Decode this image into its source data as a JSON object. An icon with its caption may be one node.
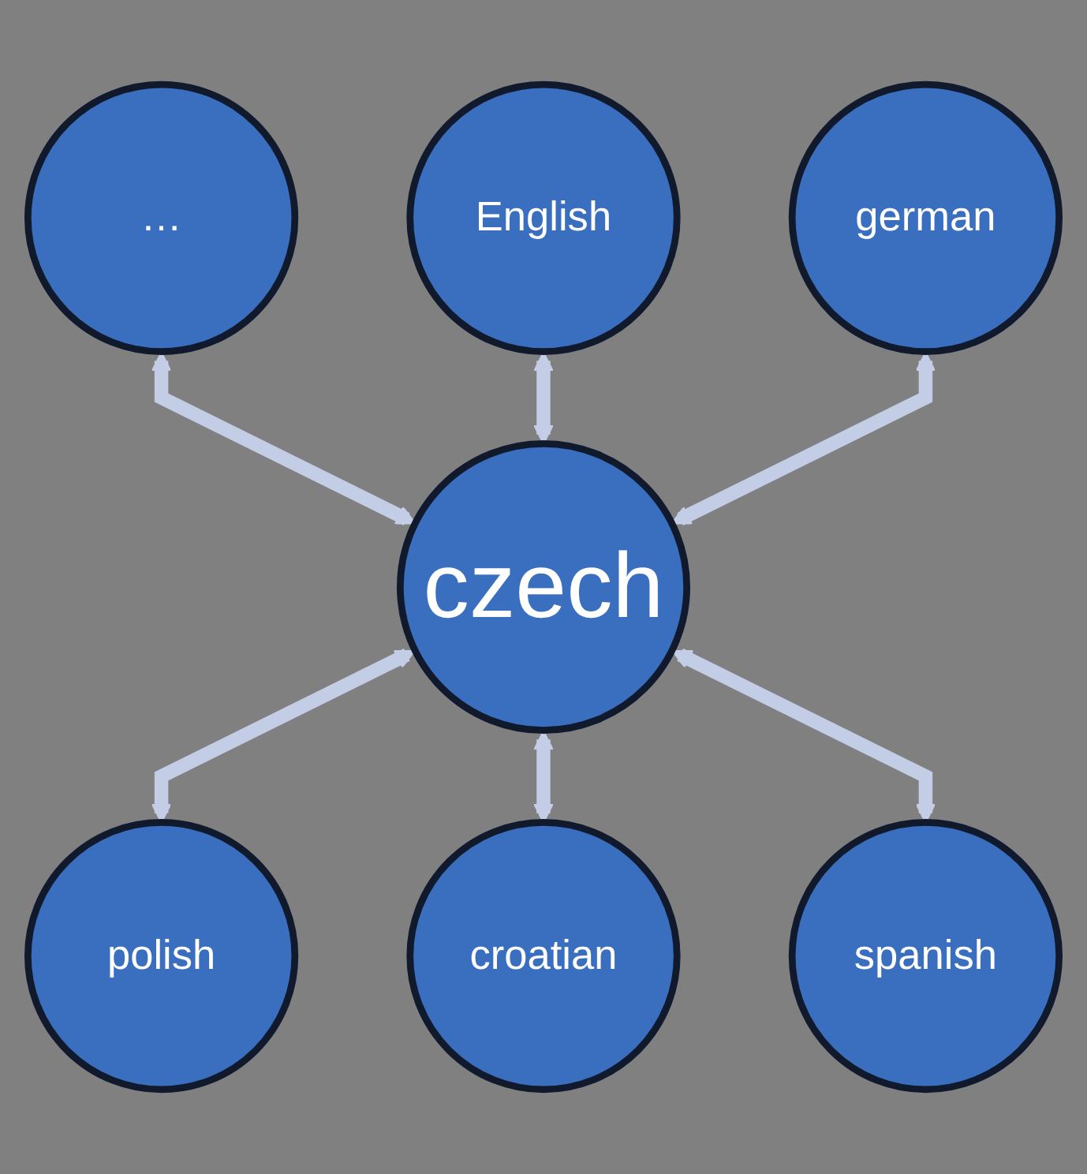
{
  "diagram": {
    "nodes": [
      {
        "text": [
          "English"
        ]
      },
      {
        "text": [
          "…"
        ]
      },
      {
        "text": [
          "german"
        ]
      },
      {
        "text": [
          "czech"
        ]
      },
      {
        "text": [
          "polish"
        ]
      },
      {
        "text": [
          "spanish"
        ]
      },
      {
        "text": [
          "croatian"
        ]
      }
    ],
    "edges": [
      {
        "from": 1,
        "to": 3,
        "arrow": "both"
      },
      {
        "from": 0,
        "to": 3,
        "arrow": "both"
      },
      {
        "from": 2,
        "to": 3,
        "arrow": "both"
      },
      {
        "from": 3,
        "to": 4,
        "arrow": "both"
      },
      {
        "from": 3,
        "to": 6,
        "arrow": "both"
      },
      {
        "from": 3,
        "to": 5,
        "arrow": "both"
      }
    ]
  }
}
